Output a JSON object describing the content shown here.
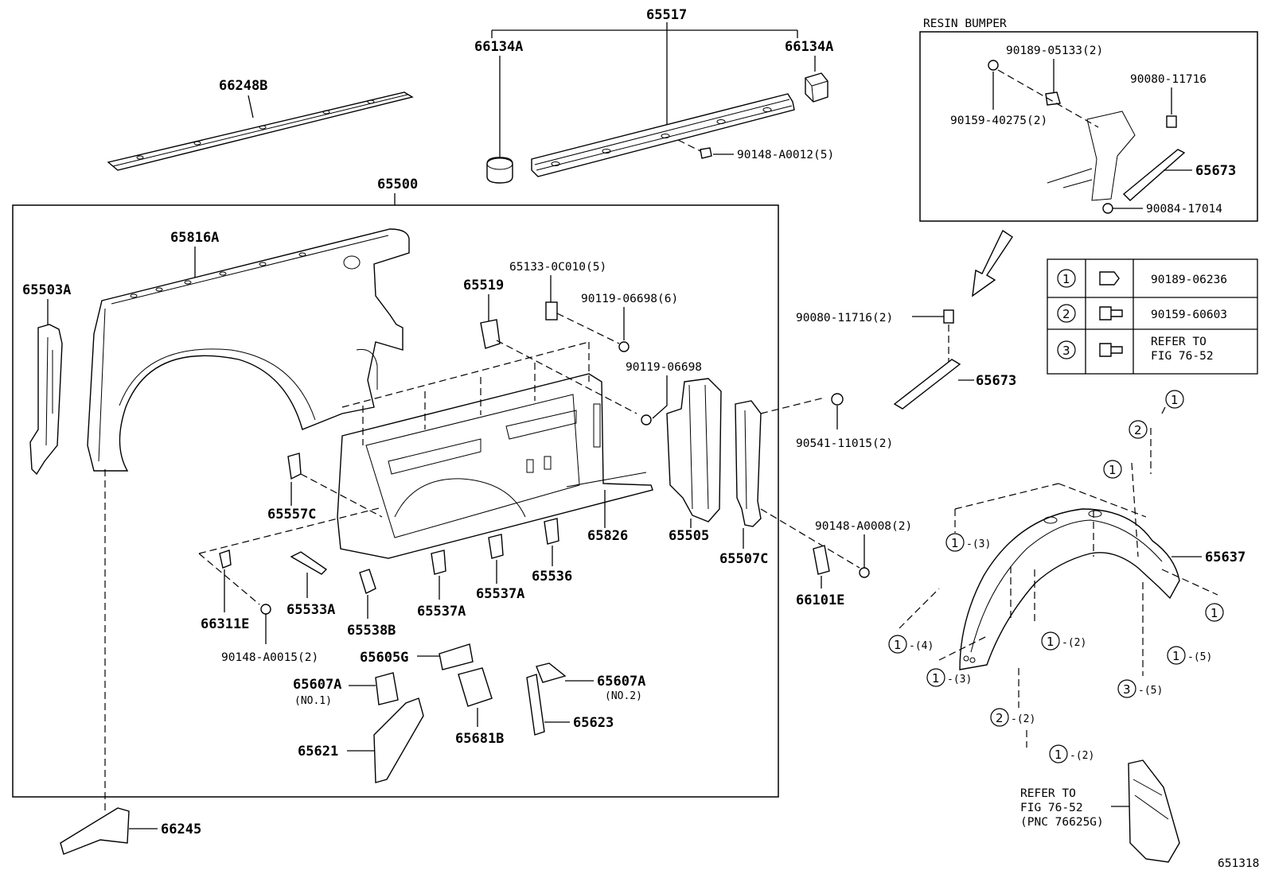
{
  "diagram_id": "651318",
  "inset": {
    "title": "RESIN BUMPER"
  },
  "labels": {
    "p65517": "65517",
    "p66134A_l": "66134A",
    "p66134A_r": "66134A",
    "p66248B": "66248B",
    "p90148A0012": "90148-A0012(5)",
    "p65500": "65500",
    "p65816A": "65816A",
    "p65503A": "65503A",
    "p65133": "65133-0C010(5)",
    "p65519": "65519",
    "p90119_6": "90119-06698(6)",
    "p90119": "90119-06698",
    "p65557C": "65557C",
    "p65826": "65826",
    "p65505": "65505",
    "p65507C": "65507C",
    "p66311E": "66311E",
    "p65533A": "65533A",
    "p65538B": "65538B",
    "p65537A_a": "65537A",
    "p65537A_b": "65537A",
    "p65536": "65536",
    "p90148A0015": "90148-A0015(2)",
    "p65605G": "65605G",
    "p65607A_1": "65607A",
    "no1": "(NO.1)",
    "p65607A_2": "65607A",
    "no2": "(NO.2)",
    "p65621": "65621",
    "p65681B": "65681B",
    "p65623": "65623",
    "p66245": "66245",
    "p90189_05133": "90189-05133(2)",
    "p90080_11716_i": "90080-11716",
    "p90159_40275": "90159-40275(2)",
    "p65673_i": "65673",
    "p90084_17014": "90084-17014",
    "p90080_11716_2": "90080-11716(2)",
    "p65673": "65673",
    "p90541": "90541-11015(2)",
    "p90148A0008": "90148-A0008(2)",
    "p66101E": "66101E",
    "p65637": "65637",
    "refer_a1": "REFER TO",
    "refer_a2": "FIG 76-52",
    "refer_a3": "(PNC 76625G)"
  },
  "fastener_table": [
    {
      "num": "1",
      "part": "90189-06236"
    },
    {
      "num": "2",
      "part": "90159-60603"
    },
    {
      "num": "3",
      "part": "REFER TO",
      "part2": "FIG 76-52"
    }
  ],
  "callouts": [
    {
      "num": "1",
      "qty": ""
    },
    {
      "num": "2",
      "qty": ""
    },
    {
      "num": "1",
      "qty": ""
    },
    {
      "num": "1",
      "qty": "-(3)"
    },
    {
      "num": "1",
      "qty": ""
    },
    {
      "num": "1",
      "qty": "-(4)"
    },
    {
      "num": "1",
      "qty": "-(2)"
    },
    {
      "num": "1",
      "qty": "-(3)"
    },
    {
      "num": "1",
      "qty": "-(5)"
    },
    {
      "num": "3",
      "qty": "-(5)"
    },
    {
      "num": "2",
      "qty": "-(2)"
    },
    {
      "num": "1",
      "qty": "-(2)"
    }
  ]
}
